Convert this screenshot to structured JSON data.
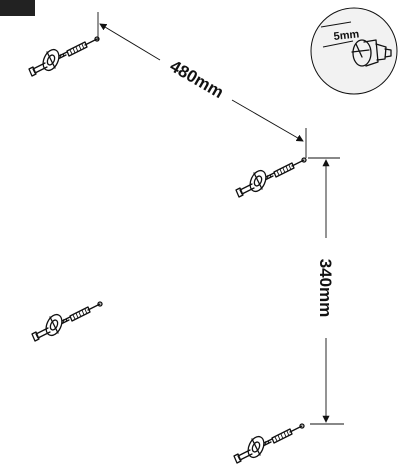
{
  "dimensions": {
    "horizontal_spacing": "480mm",
    "vertical_spacing": "340mm"
  },
  "detail_inset": {
    "label": "5mm",
    "icon": "screw-head-detail-icon"
  },
  "fixings": [
    {
      "name": "top-left-fixing",
      "icon": "wall-screw-anchor-icon"
    },
    {
      "name": "top-right-fixing",
      "icon": "wall-screw-anchor-icon"
    },
    {
      "name": "bottom-left-fixing",
      "icon": "wall-screw-anchor-icon"
    },
    {
      "name": "bottom-right-fixing",
      "icon": "wall-screw-anchor-icon"
    }
  ]
}
